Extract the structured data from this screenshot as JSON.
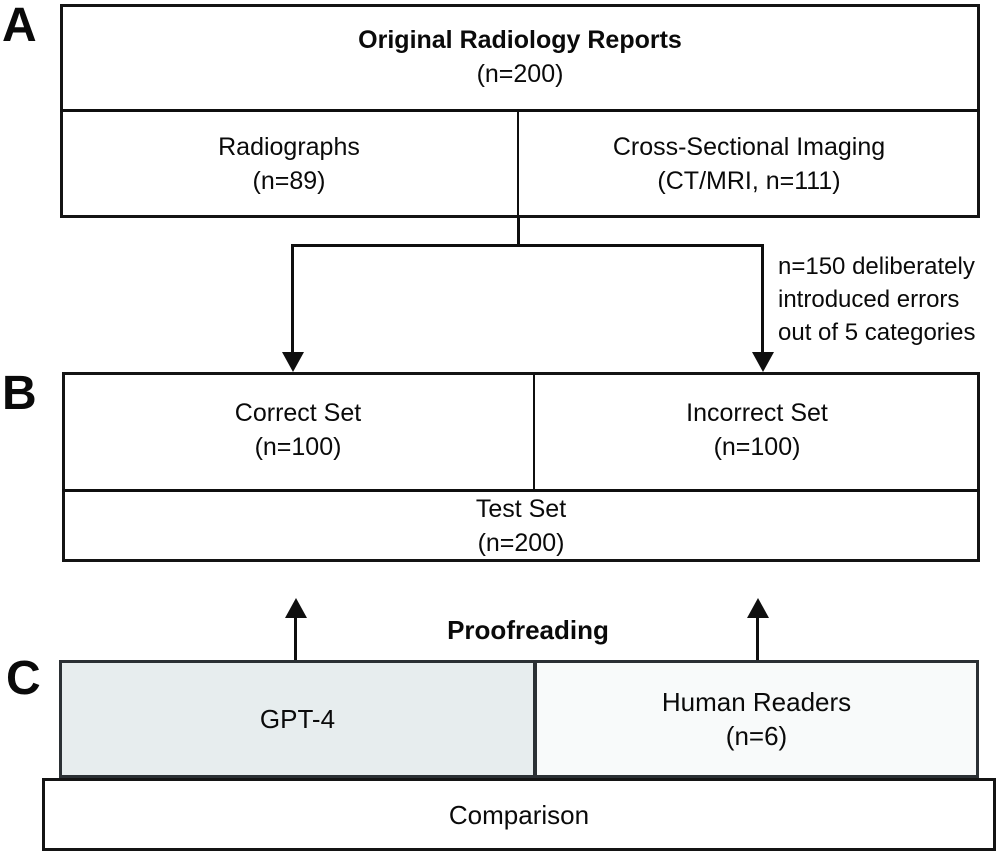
{
  "figure": {
    "type": "study-design-flowchart",
    "colors": {
      "line": "#0f0f0f",
      "box_border": "#141414",
      "c_box_border": "#2b3034",
      "gpt4_fill": "#e7edee",
      "human_readers_fill": "#f8fafa",
      "white_fill": "#ffffff"
    },
    "section_a": {
      "label": "A",
      "top_box": {
        "title": "Original Radiology Reports",
        "subtitle": "(n=200)"
      },
      "left_cell": {
        "title": "Radiographs",
        "subtitle": "(n=89)"
      },
      "right_cell": {
        "title": "Cross-Sectional Imaging",
        "subtitle": "(CT/MRI, n=111)"
      }
    },
    "annotation": {
      "line1": "n=150 deliberately",
      "line2": "introduced errors",
      "line3": "out of 5 categories"
    },
    "section_b": {
      "label": "B",
      "left_cell": {
        "title": "Correct Set",
        "subtitle": "(n=100)"
      },
      "right_cell": {
        "title": "Incorrect Set",
        "subtitle": "(n=100)"
      },
      "bottom_cell": {
        "title": "Test Set",
        "subtitle": "(n=200)"
      }
    },
    "proofreading_label": "Proofreading",
    "section_c": {
      "label": "C",
      "left_cell": {
        "title": "GPT-4"
      },
      "right_cell": {
        "title": "Human Readers",
        "subtitle": "(n=6)"
      },
      "comparison_box": {
        "title": "Comparison"
      }
    }
  }
}
